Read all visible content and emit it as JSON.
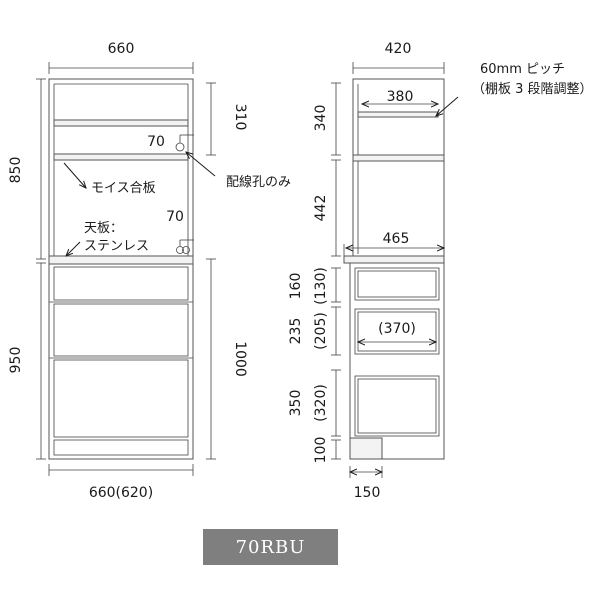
{
  "model_label": "70RBU",
  "front_view": {
    "width_top": "660",
    "width_bottom": "660(620)",
    "height_upper": "850",
    "height_lower": "950",
    "height_upper_shelf": "310",
    "height_counter": "1000",
    "hole_upper": "70",
    "hole_lower": "70",
    "note_board": "モイス合板",
    "note_top_line1": "天板：",
    "note_top_line2": "ステンレス",
    "note_wiring": "配線孔のみ"
  },
  "side_view": {
    "width_top": "420",
    "shelf_depth": "380",
    "counter_depth": "465",
    "drawer_inner": "(370)",
    "base_depth": "150",
    "pitch_line1": "60mm ピッチ",
    "pitch_line2": "（棚板 3 段階調整）",
    "heights": [
      {
        "label": "340"
      },
      {
        "label": "442"
      },
      {
        "label": "160",
        "inner": "(130)"
      },
      {
        "label": "235",
        "inner": "(205)"
      },
      {
        "label": "350",
        "inner": "(320)"
      },
      {
        "label": "100"
      }
    ]
  }
}
